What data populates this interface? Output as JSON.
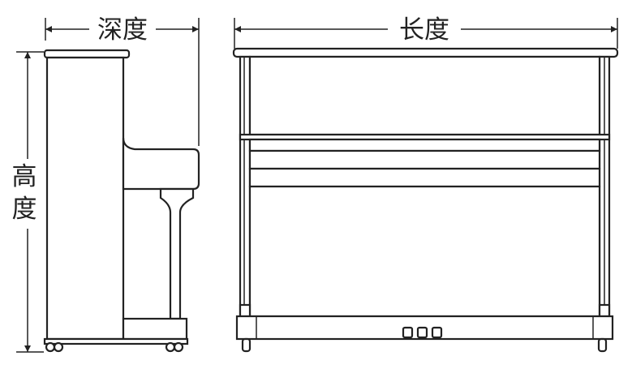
{
  "labels": {
    "depth": "深度",
    "length": "长度",
    "height_top": "高",
    "height_bottom": "度"
  },
  "colors": {
    "stroke": "#222222",
    "background": "#ffffff"
  }
}
